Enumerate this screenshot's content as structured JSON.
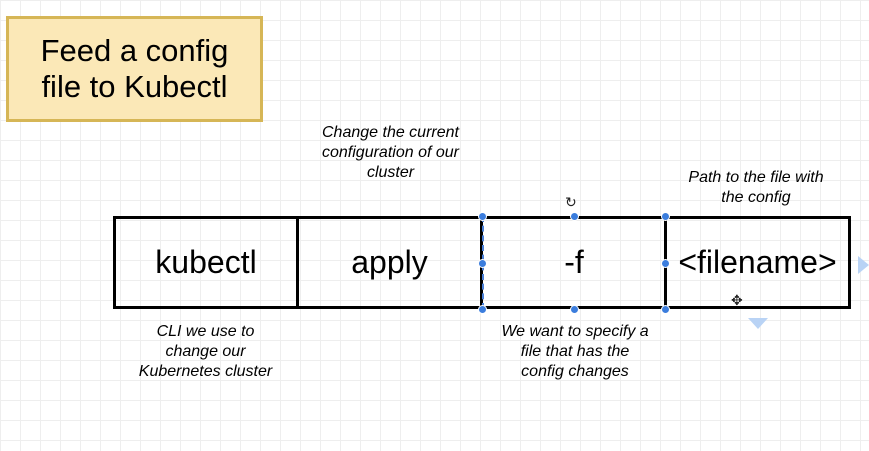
{
  "title": "Feed a config file to Kubectl",
  "command_parts": [
    {
      "text": "kubectl"
    },
    {
      "text": "apply"
    },
    {
      "text": "-f"
    },
    {
      "text": "<filename>"
    }
  ],
  "notes": {
    "above_apply": "Change the current configuration of our cluster",
    "above_filename": "Path to the file with the config",
    "below_kubectl": "CLI we use to change our Kubernetes cluster",
    "below_f": "We want to specify a file that has the config changes"
  },
  "colors": {
    "title_fill": "#fbe8b7",
    "title_border": "#d6b656",
    "selection": "#3b7ddd"
  },
  "icons": [
    "rotate-icon",
    "move-icon"
  ]
}
